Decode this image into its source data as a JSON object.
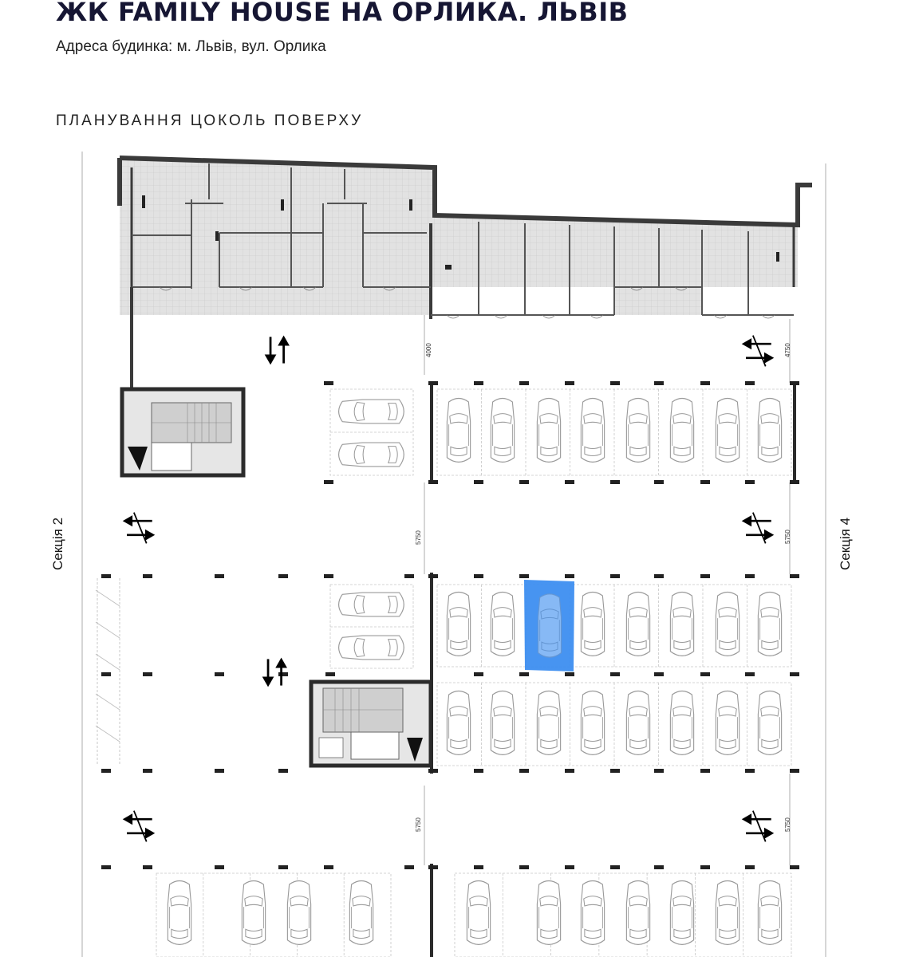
{
  "header": {
    "title": "ЖК FAMILY HOUSE НА ОРЛИКА. ЛЬВІВ",
    "address": "Адреса будинка: м. Львів, вул. Орлика",
    "section_title": "ПЛАНУВАННЯ ЦОКОЛЬ ПОВЕРХУ"
  },
  "plan": {
    "section_left": "Секція 2",
    "section_right": "Секція 4",
    "dimensions": [
      "4000",
      "4750",
      "5750",
      "5750",
      "5750",
      "5750"
    ],
    "colors": {
      "wall": "#3a3a3a",
      "floor_tile": "#dcdcdc",
      "highlight": "#3d8ef0",
      "grid": "#c8c8c8"
    },
    "highlighted_spot": "parking-spot-selected"
  }
}
